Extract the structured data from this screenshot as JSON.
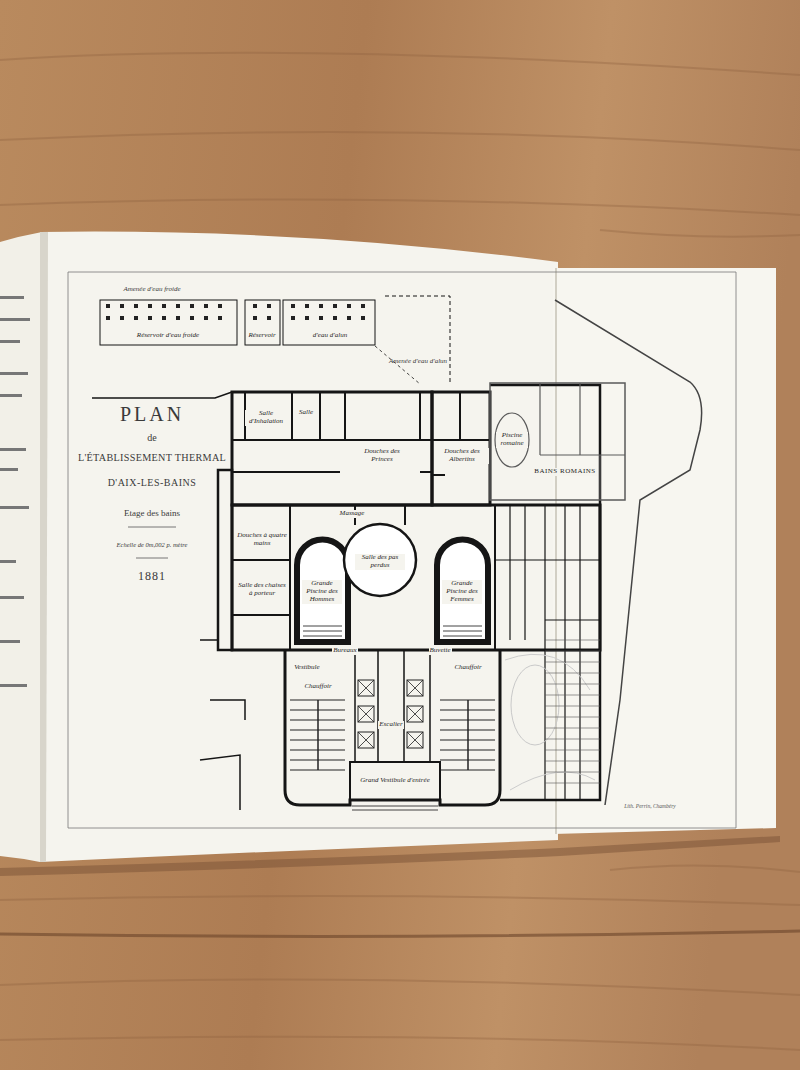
{
  "diagram": {
    "title": "PLAN",
    "nodes": [
      {
        "text": [
          "Réservoir d'eau froide"
        ]
      },
      {
        "text": [
          "Réservoir"
        ]
      },
      {
        "text": [
          "d'eau d'alun"
        ]
      },
      {
        "text": [
          "Salle d'Inhalation"
        ]
      },
      {
        "text": [
          "Salle"
        ]
      },
      {
        "text": [
          "Douches des Princes"
        ]
      },
      {
        "text": [
          "Douches des Albertins"
        ]
      },
      {
        "text": [
          "Douches à quatre mains"
        ]
      },
      {
        "text": [
          "Salle des chaises à porteur"
        ]
      },
      {
        "text": [
          "Grande Piscine des Hommes"
        ]
      },
      {
        "text": [
          "Grande Piscine des Femmes"
        ]
      },
      {
        "text": [
          "Salle des pas perdus"
        ]
      },
      {
        "text": [
          "Massage"
        ]
      },
      {
        "text": [
          "Bureaux"
        ]
      },
      {
        "text": [
          "Buvette"
        ]
      },
      {
        "text": [
          "Vestibule"
        ]
      },
      {
        "text": [
          "Chauffoir"
        ]
      },
      {
        "text": [
          "Chauffoir"
        ]
      },
      {
        "text": [
          "Escalier"
        ]
      },
      {
        "text": [
          "Grand Vestibule d'entrée"
        ]
      },
      {
        "text": [
          "Piscine romaine"
        ]
      },
      {
        "text": [
          "BAINS ROMAINS"
        ]
      }
    ],
    "labels": [
      "de",
      "L'ÉTABLISSEMENT THERMAL",
      "D'AIX-LES-BAINS",
      "Etage des bains",
      "Echelle de 0m,002 p. mètre",
      "1881",
      "Amenée d'eau froide",
      "Amenée d'eau d'alun",
      "Lith. Perrin, Chambéry"
    ]
  }
}
